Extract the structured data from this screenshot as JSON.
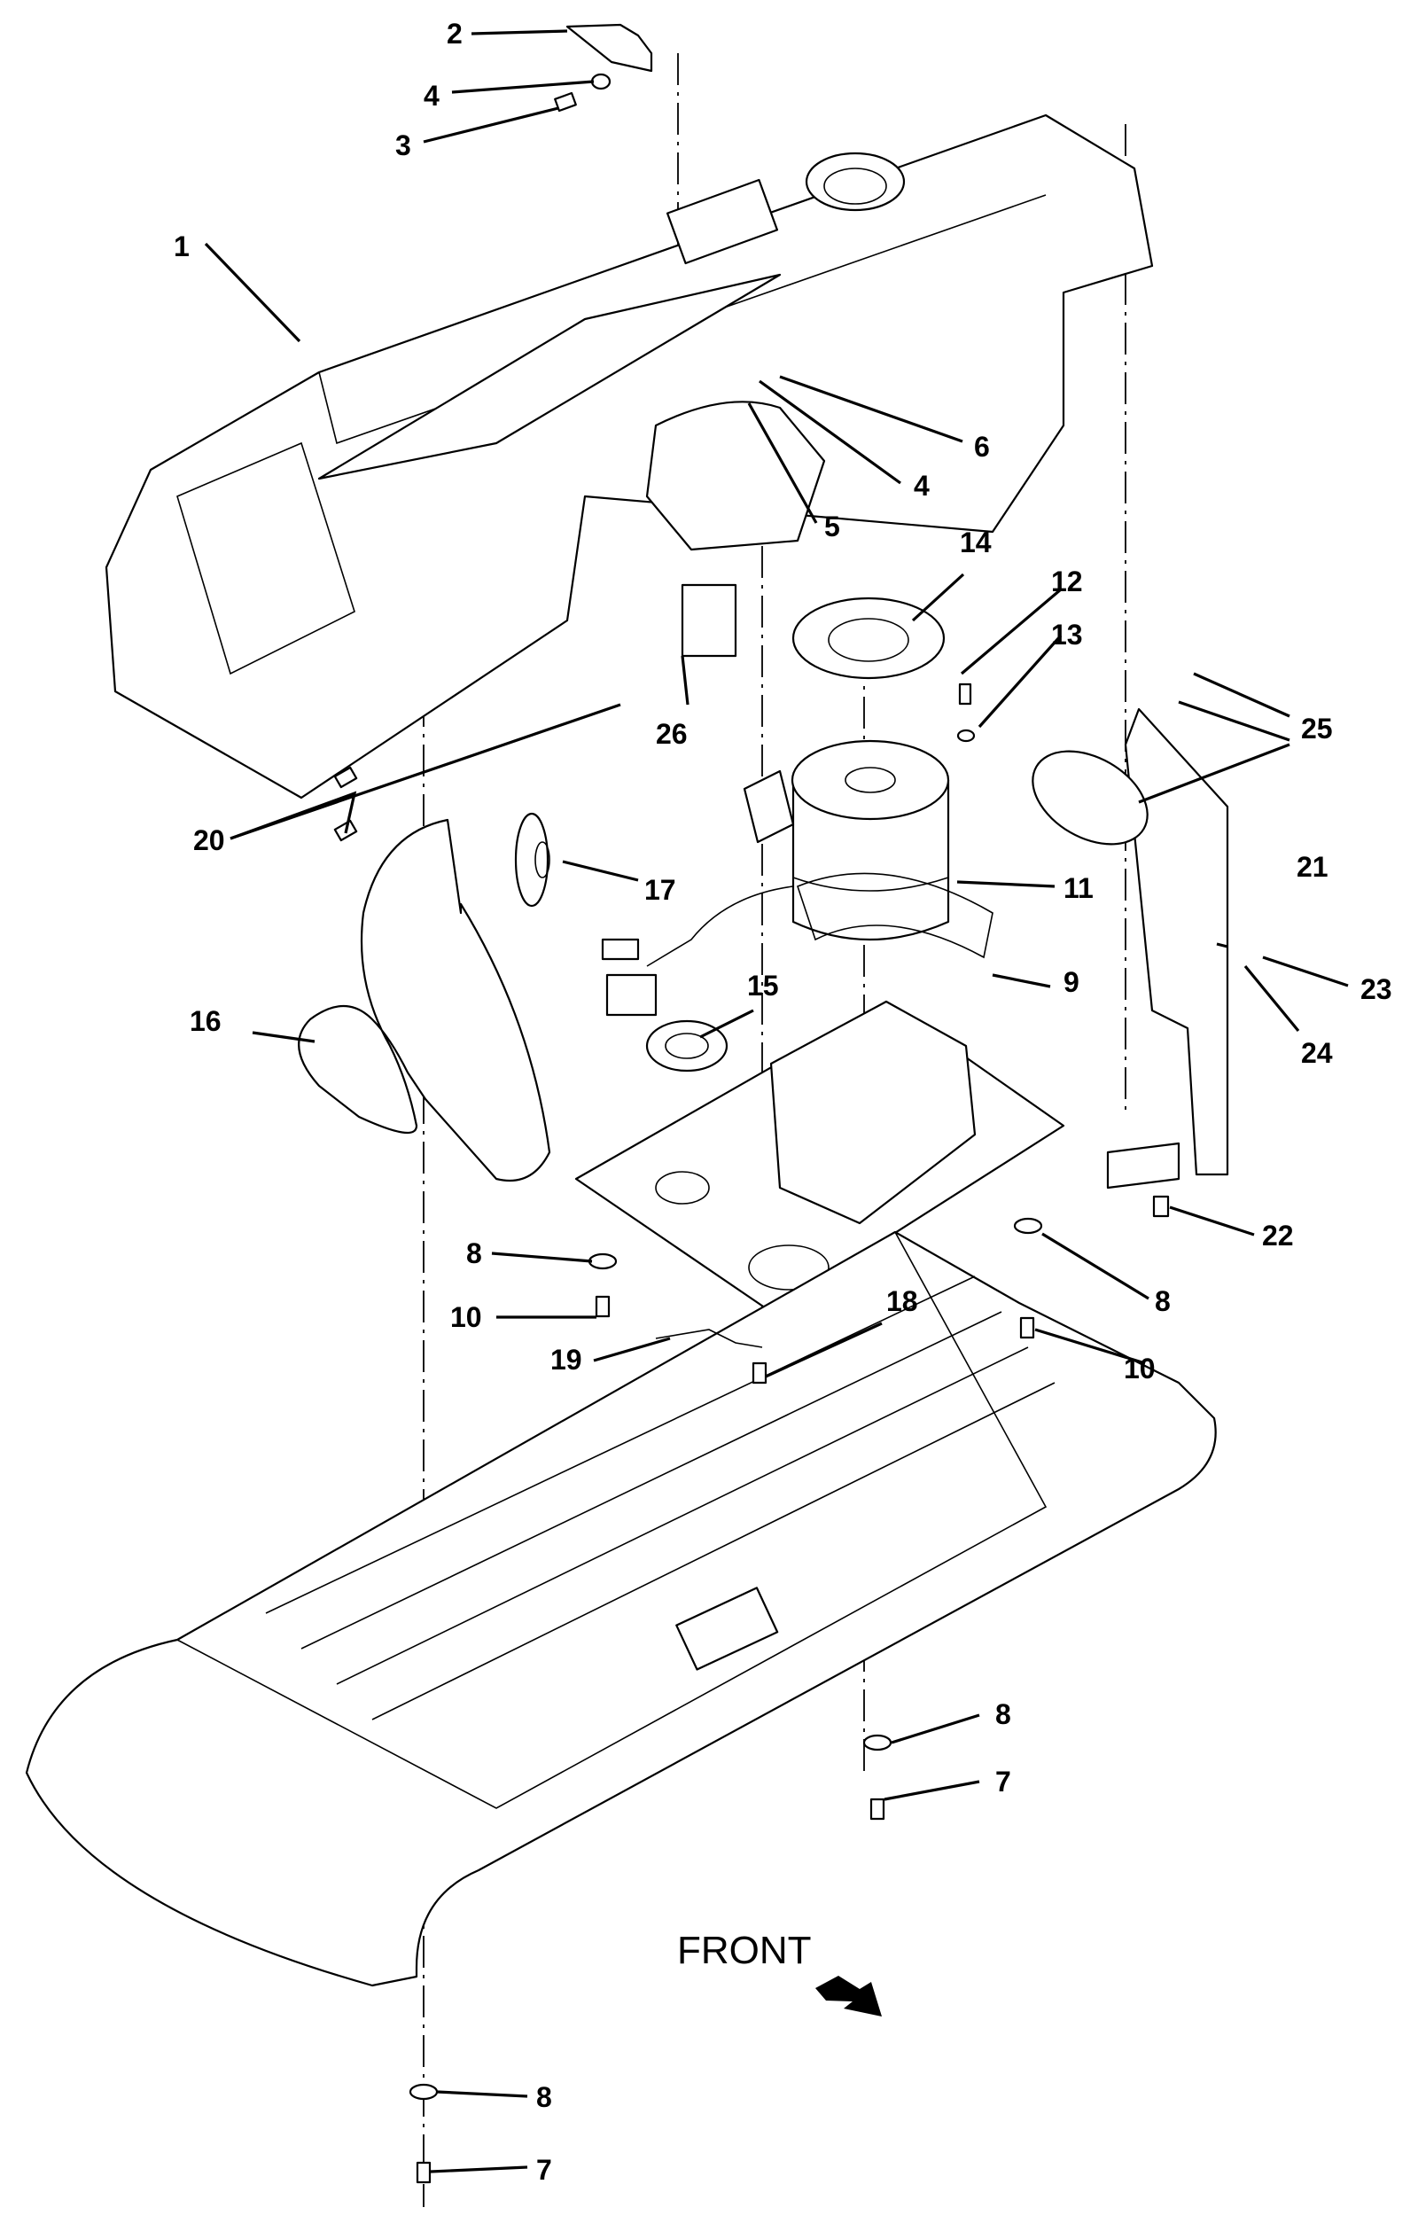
{
  "diagram": {
    "type": "exploded parts diagram",
    "orientation_label": "FRONT",
    "callouts": [
      {
        "id": "1",
        "text": "1"
      },
      {
        "id": "2",
        "text": "2"
      },
      {
        "id": "3",
        "text": "3"
      },
      {
        "id": "4a",
        "text": "4"
      },
      {
        "id": "4b",
        "text": "4"
      },
      {
        "id": "5",
        "text": "5"
      },
      {
        "id": "6",
        "text": "6"
      },
      {
        "id": "7a",
        "text": "7"
      },
      {
        "id": "7b",
        "text": "7"
      },
      {
        "id": "8a",
        "text": "8"
      },
      {
        "id": "8b",
        "text": "8"
      },
      {
        "id": "8c",
        "text": "8"
      },
      {
        "id": "8d",
        "text": "8"
      },
      {
        "id": "9",
        "text": "9"
      },
      {
        "id": "10a",
        "text": "10"
      },
      {
        "id": "10b",
        "text": "10"
      },
      {
        "id": "11",
        "text": "11"
      },
      {
        "id": "12",
        "text": "12"
      },
      {
        "id": "13",
        "text": "13"
      },
      {
        "id": "14",
        "text": "14"
      },
      {
        "id": "15",
        "text": "15"
      },
      {
        "id": "16",
        "text": "16"
      },
      {
        "id": "17",
        "text": "17"
      },
      {
        "id": "18",
        "text": "18"
      },
      {
        "id": "19",
        "text": "19"
      },
      {
        "id": "20",
        "text": "20"
      },
      {
        "id": "21",
        "text": "21"
      },
      {
        "id": "22",
        "text": "22"
      },
      {
        "id": "23",
        "text": "23"
      },
      {
        "id": "24",
        "text": "24"
      },
      {
        "id": "25",
        "text": "25"
      },
      {
        "id": "26",
        "text": "26"
      }
    ]
  }
}
